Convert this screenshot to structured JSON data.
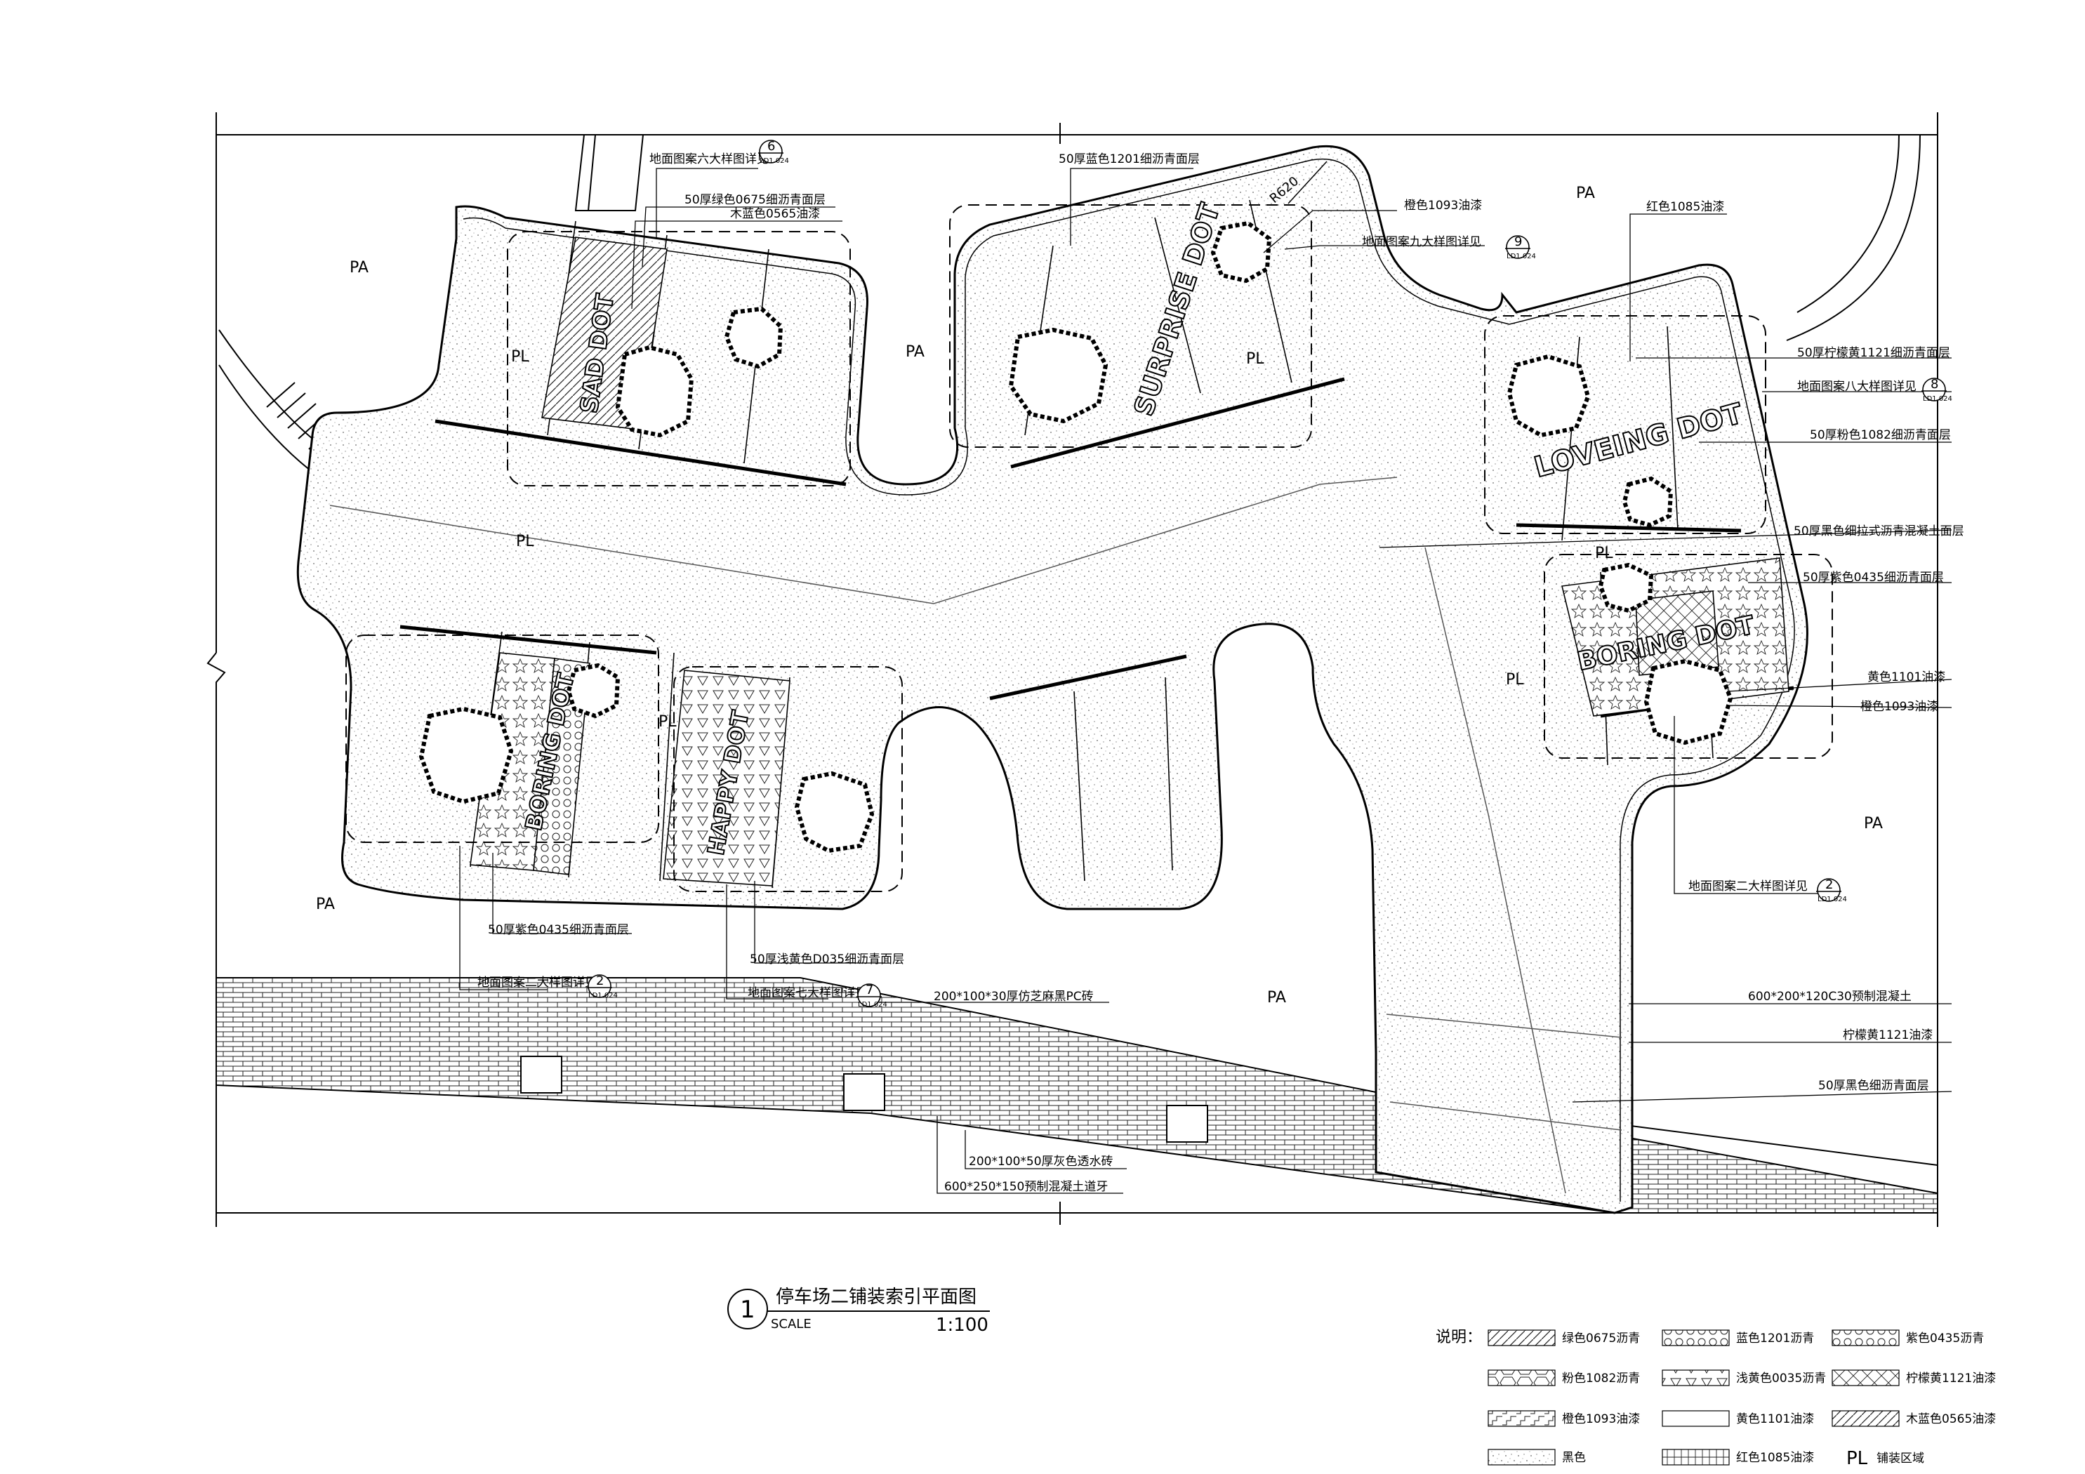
{
  "zone_labels": {
    "pa": "PA",
    "pl": "PL"
  },
  "plan_title": {
    "number": "1",
    "title": "停车场二铺装索引平面图",
    "scale_label": "SCALE",
    "scale_value": "1:100"
  },
  "dimension": "R620",
  "pattern_words": {
    "w1": "LOVEING DOT",
    "w2": "SURPRISE DOT",
    "w3": "BORING DOT",
    "w4": "HAPPY DOT",
    "w5": "SAD DOT"
  },
  "callouts": {
    "c1": "地面图案六大样图详见",
    "c2": "50厚绿色0675细沥青面层",
    "c3": "木蓝色0565油漆",
    "c4": "50厚蓝色1201细沥青面层",
    "c5": "橙色1093油漆",
    "c6": "地面图案九大样图详见",
    "c7": "红色1085油漆",
    "c8": "50厚柠檬黄1121细沥青面层",
    "c9": "地面图案八大样图详见",
    "c10": "50厚粉色1082细沥青面层",
    "c11": "50厚黑色细拉式沥青混凝土面层",
    "c12": "50厚紫色0435细沥青面层",
    "c13": "黄色1101油漆",
    "c14": "橙色1093油漆",
    "c15": "地面图案二大样图详见",
    "c16": "50厚紫色0435细沥青面层",
    "c17": "地面图案二大样图详见",
    "c18": "50厚浅黄色D035细沥青面层",
    "c19": "地面图案七大样图详见",
    "c20": "200*100*30厚仿芝麻黑PC砖",
    "c21": "600*200*120C30预制混凝土",
    "c22": "柠檬黄1121油漆",
    "c23": "50厚黑色细沥青面层",
    "c24": "200*100*50厚灰色透水砖",
    "c25": "600*250*150预制混凝土道牙"
  },
  "detail_markers": {
    "m6": {
      "number": "6",
      "sheet": "LD1.024"
    },
    "m9": {
      "number": "9",
      "sheet": "LD1.024"
    },
    "m8": {
      "number": "8",
      "sheet": "LD1.024"
    },
    "m2a": {
      "number": "2",
      "sheet": "LD1.024"
    },
    "m2b": {
      "number": "2",
      "sheet": "LD1.024"
    },
    "m7": {
      "number": "7",
      "sheet": "LD1.024"
    }
  },
  "legend": {
    "heading": "说明：",
    "items": [
      "绿色0675沥青",
      "蓝色1201沥青",
      "紫色0435沥青",
      "粉色1082沥青",
      "浅黄色0035沥青",
      "柠檬黄1121油漆",
      "橙色1093油漆",
      "黄色1101油漆",
      "木蓝色0565油漆",
      "黑色",
      "红色1085油漆"
    ],
    "pl_code": "PL",
    "pl_text": "铺装区域"
  }
}
